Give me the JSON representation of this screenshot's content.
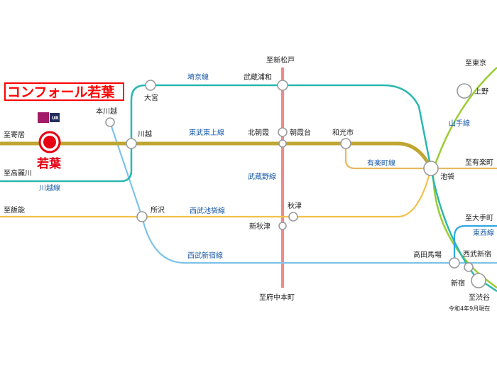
{
  "target_station": {
    "callout": "コンフォール若葉",
    "name": "若葉",
    "logo_text": "UR",
    "color": "#e60012"
  },
  "lines": {
    "tobu_tojo": "東武東上線",
    "kawagoe": "川越線",
    "saikyo": "埼京線",
    "musashino": "武蔵野線",
    "yurakucho": "有楽町線",
    "seibu_ikebukuro": "西武池袋線",
    "seibu_shinjuku": "西武新宿線",
    "yamanote": "山手線",
    "tozai": "東西線"
  },
  "stations": {
    "motokawagoe": "本川越",
    "kawagoe": "川越",
    "omiya": "大宮",
    "tokorozawa": "所沢",
    "musashi_urawa": "武蔵浦和",
    "kita_asaka": "北朝霞",
    "asakadai": "朝霞台",
    "wakoshi": "和光市",
    "akitsu": "秋津",
    "shin_akitsu": "新秋津",
    "ikebukuro": "池袋",
    "ueno": "上野",
    "takadanobaba": "高田馬場",
    "seibu_shinjuku": "西武新宿",
    "shinjuku": "新宿"
  },
  "destinations": {
    "yorii": "至寄居",
    "komagawa": "至高麗川",
    "hanno": "至飯能",
    "shinmatsudo": "至新松戸",
    "fuchu_hommachi": "至府中本町",
    "tokyo": "至東京",
    "yurakucho": "至有楽町",
    "otemachi": "至大手町",
    "shibuya": "至渋谷"
  },
  "note": "令和4年9月現在",
  "colors": {
    "tojo": "#bfa531",
    "saikyo": "#2bb7b0",
    "musashino": "#f08a8a",
    "yurakucho": "#e8b860",
    "seibu_ikebukuro": "#f2c14a",
    "seibu_shinjuku": "#7dc3e8",
    "yamanote": "#9acd32",
    "tozai": "#30a8e0"
  }
}
